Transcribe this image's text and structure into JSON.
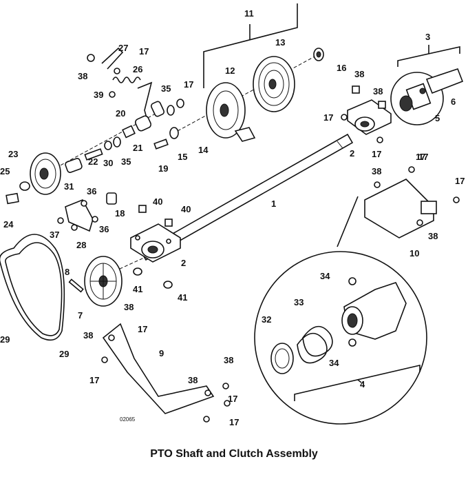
{
  "figure": {
    "caption": "PTO Shaft and Clutch Assembly",
    "drawing_code": "02065"
  },
  "callouts": [
    "11",
    "13",
    "16",
    "12",
    "27",
    "17",
    "38",
    "26",
    "35",
    "17",
    "39",
    "20",
    "38",
    "3",
    "38",
    "6",
    "17",
    "5",
    "17",
    "2",
    "17",
    "14",
    "21",
    "15",
    "19",
    "23",
    "22",
    "30",
    "35",
    "25",
    "31",
    "36",
    "18",
    "24",
    "40",
    "40",
    "38",
    "17",
    "17",
    "1",
    "37",
    "28",
    "36",
    "10",
    "38",
    "2",
    "34",
    "8",
    "41",
    "41",
    "33",
    "32",
    "7",
    "38",
    "38",
    "17",
    "9",
    "29",
    "29",
    "17",
    "34",
    "4",
    "38",
    "38",
    "17",
    "17"
  ]
}
